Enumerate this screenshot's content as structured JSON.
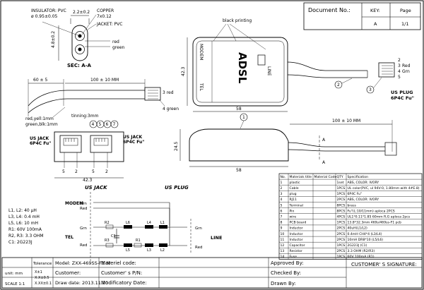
{
  "title_block": {
    "document_no_label": "Document No.:",
    "key_label": "KEY:",
    "page_label": "Page",
    "key_value": "A",
    "page_value": "1/1"
  },
  "cable_section": {
    "insulator": "INSULATOR: PVC",
    "insulator_dia": "ø 0.95±0.05",
    "width": "2.2±0.2",
    "copper": "COPPER",
    "copper_spec": "7x0.12",
    "jacket": "JACKET: PVC",
    "height": "4.8±0.2",
    "wire_red": "red",
    "wire_green": "green",
    "section_label": "SEC: A-A"
  },
  "housing_top": {
    "black_printing": "black printing",
    "brand": "ADSL",
    "modem": "MODEM",
    "tel": "TEL",
    "line": "LINE",
    "height_dim": "42.3",
    "width_dim": "58"
  },
  "plug_right": {
    "pins": [
      "2",
      "3",
      "4",
      "5"
    ],
    "pin_red": "Red",
    "pin_grn": "Grn",
    "callout_2": "2",
    "callout_3": "3",
    "label": "US PLUG",
    "spec": "6P4C Fu\""
  },
  "cable_left": {
    "dim_strip": "60 ± 5",
    "dim_len": "100 ± 10 MM",
    "pin3": "3 red",
    "pin4": "4 green",
    "tinning": "tinning:3mm",
    "red": "red,yell:1mm",
    "green": "green,blk:1mm"
  },
  "front_view": {
    "callouts": [
      "4",
      "5",
      "6",
      "7"
    ],
    "jack_left": "US JACK",
    "jack_left_spec": "6P4C Fu\"",
    "jack_right": "US JACK",
    "jack_right_spec": "6P4C Fu\"",
    "pins": [
      "5",
      "2",
      "5",
      "2"
    ],
    "width_dim": "42.3"
  },
  "side_view": {
    "callout": "1",
    "dim_len": "100 ± 10 MM",
    "height": "24.5",
    "width": "58",
    "section_mark": "A"
  },
  "schematic": {
    "us_jack": "US JACK",
    "us_plug": "US PLUG",
    "modem": "MODEM",
    "tel": "TEL",
    "line": "LINE",
    "grn": "Grn",
    "red": "Red",
    "pin_grn": "Grn",
    "pin_red": "Red",
    "components": [
      "L1",
      "L2",
      "L3",
      "L4",
      "L5",
      "L6",
      "R1",
      "R2",
      "R3",
      "C1"
    ],
    "specs": [
      "L1, L2: 40 μH",
      "L3, L4: 0.4 mH",
      "L5, L6: 10 mH",
      "R1: 60V 100mA",
      "R2, R3: 3.3 OHM",
      "C1: 2G223J"
    ]
  },
  "bom": {
    "headers": [
      "No.",
      "Materials title",
      "Material Code",
      "QTY",
      "Specification"
    ],
    "rows": [
      [
        "1",
        "plastic",
        "",
        "1set",
        "ABS, COLOR: IVORY"
      ],
      [
        "2",
        "Cable",
        "",
        "1PCS",
        "UL color(PVC, ul 94V-0, 1.80mm with 4#E.8)"
      ],
      [
        "3",
        "plug",
        "",
        "1PCS",
        "6P4C Fu\""
      ],
      [
        "4",
        "RJ11",
        "",
        "2PCS",
        "ABS, COLOR: IVORY"
      ],
      [
        "5",
        "Terminal",
        "",
        "8PCS",
        "brass"
      ],
      [
        "6",
        "Pin",
        "",
        "8PCS",
        "Fu\"(L:10/11mm) aploca 2PCS"
      ],
      [
        "7",
        "wire",
        "",
        "4PCS",
        "UL1*0.11*1.85 60mm R,G aploca 2pcs"
      ],
      [
        "8",
        "PCB board",
        "",
        "1PCS",
        "13.8*32.3mm 469s/469ss-F1 pcb"
      ],
      [
        "9",
        "Inductor",
        "",
        "2PCS",
        "40uH(L1/L2)"
      ],
      [
        "10",
        "Inductor",
        "",
        "2PCS",
        "0.4mH CH4*4 (L3/L4)"
      ],
      [
        "11",
        "Inductor",
        "",
        "2PCS",
        "10mH DR8*10 (L5/L6)"
      ],
      [
        "12",
        "Capacitor",
        "",
        "1PCS",
        "2G223J (C1)"
      ],
      [
        "13",
        "Resistor",
        "",
        "2PCS",
        "3.3 OHM (R2/R3)"
      ],
      [
        "14",
        "Fuse",
        "",
        "1PCS",
        "60V 100mA (R1)"
      ]
    ]
  },
  "footer": {
    "unit_label": "unit: mm",
    "scale_label": "SCALE 1:1",
    "tolerance_label": "Tolerance",
    "tol_1": "X±1",
    "tol_2": "X.X±0.5",
    "tol_3": "X.XX±0.1",
    "model_code": "Model: ZXX-469SS-F1 IV",
    "material_code": "Materiel code:",
    "customer": "Customer:",
    "customer_pn": "Customer' s P/N:",
    "draw_date": "Draw date: 2013.11.20",
    "modificatory_date": "Modificatory Date:",
    "approved": "Approved By:",
    "checked": "Checked By:",
    "drawn": "Drawn By:",
    "signature": "CUSTOMER' S SIGNATURE:"
  }
}
